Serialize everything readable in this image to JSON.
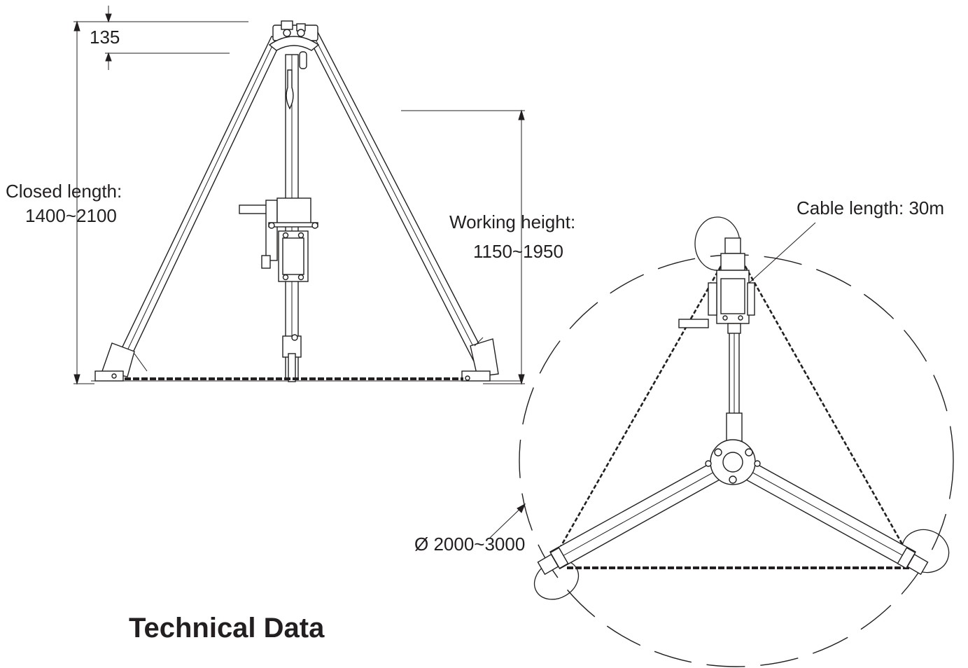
{
  "labels": {
    "top_offset": "135",
    "closed_length_line1": "Closed length:",
    "closed_length_line2": "1400~2100",
    "working_height_line1": "Working height:",
    "working_height_line2": "1150~1950",
    "cable_length": "Cable length: 30m",
    "diameter": "Ø 2000~3000",
    "title": "Technical Data"
  }
}
